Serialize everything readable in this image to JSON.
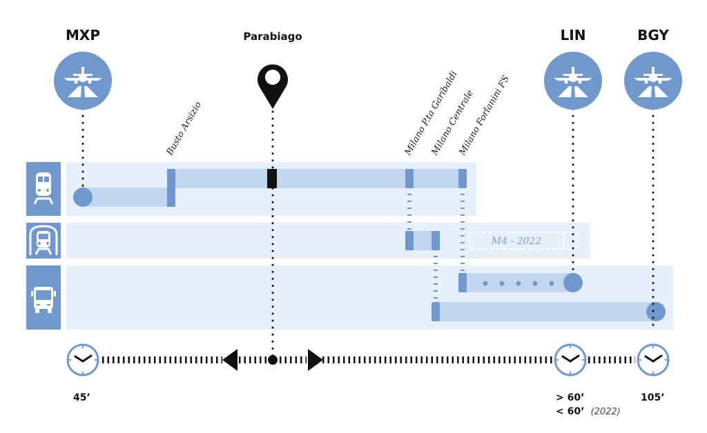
{
  "colors": {
    "accent": "#7098cc",
    "bar": "#c3d6f0",
    "row_bg": "#e6f0fb",
    "marker": "#6f95c8",
    "ink": "#111111"
  },
  "airports": [
    {
      "code": "MXP",
      "icon": "airport-icon"
    },
    {
      "code": "LIN",
      "icon": "airport-icon"
    },
    {
      "code": "BGY",
      "icon": "airport-icon"
    }
  ],
  "origin": {
    "name": "Parabiago",
    "icon": "map-pin-icon"
  },
  "stations": [
    {
      "name": "Busto Arsizio"
    },
    {
      "name": "Milano P.ta Garibaldi"
    },
    {
      "name": "Milano Centrale"
    },
    {
      "name": "Milano Forlanini FS"
    }
  ],
  "modes": [
    {
      "name": "train",
      "icon": "train-icon"
    },
    {
      "name": "metro",
      "icon": "metro-icon"
    },
    {
      "name": "bus",
      "icon": "bus-icon"
    }
  ],
  "metro_planned": {
    "label": "M4 - 2022"
  },
  "travel_times": [
    {
      "airport": "MXP",
      "lines": [
        "45’"
      ],
      "note": ""
    },
    {
      "airport": "LIN",
      "lines": [
        "> 60’",
        "< 60’"
      ],
      "note": "(2022)"
    },
    {
      "airport": "BGY",
      "lines": [
        "105’"
      ],
      "note": ""
    }
  ]
}
